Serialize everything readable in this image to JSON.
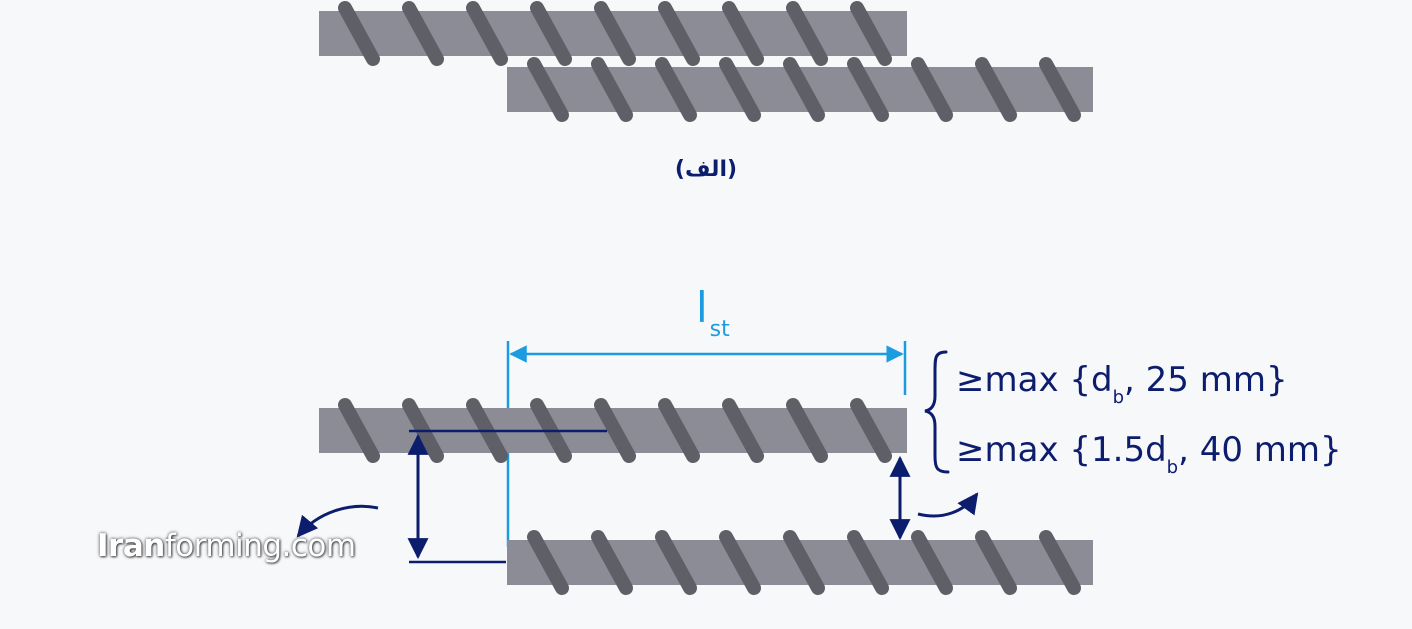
{
  "figure_a": {
    "caption": "(الف)"
  },
  "figure_b": {
    "length_symbol": "l",
    "length_subscript": "st",
    "condition_1": {
      "prefix": "≥max {d",
      "subscript": "b",
      "suffix": ", 25 mm}"
    },
    "condition_2": {
      "prefix": "≥max {1.5d",
      "subscript": "b",
      "suffix": ", 40 mm}"
    }
  },
  "watermark": {
    "bold_part": "Iran",
    "rest": "forming.com"
  },
  "colors": {
    "bar_fill": "#8c8c97",
    "bar_rib": "#5f5f68",
    "dimension_cyan": "#1b9ce0",
    "navy": "#0d1d6e",
    "background": "#f7f8fa"
  }
}
